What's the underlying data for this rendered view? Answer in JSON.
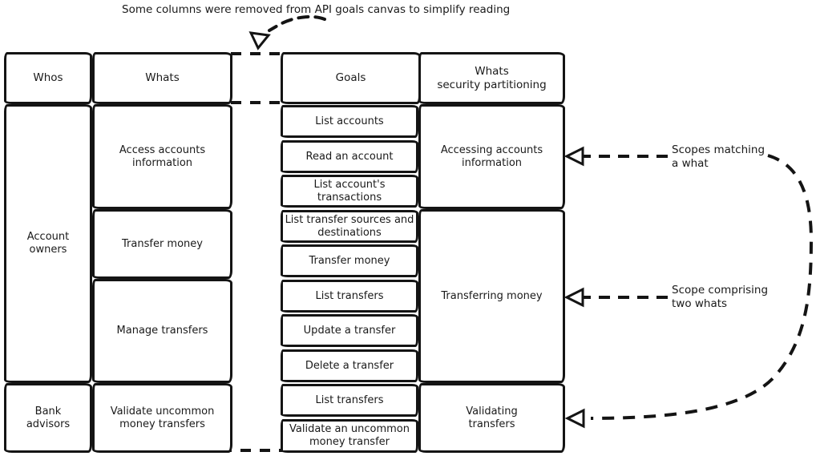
{
  "note": "Some columns were removed from API goals canvas to simplify reading",
  "left_table": {
    "headers": {
      "whos": "Whos",
      "whats": "Whats"
    },
    "whos_cells": [
      "Account owners",
      "Bank advisors"
    ],
    "whats_cells": [
      "Access accounts information",
      "Transfer money",
      "Manage transfers",
      "Validate uncommon money transfers"
    ]
  },
  "right_table": {
    "headers": {
      "goals": "Goals",
      "partitioning_line1": "Whats",
      "partitioning_line2": "security partitioning"
    },
    "goals": [
      "List accounts",
      "Read an account",
      "List account's transactions",
      "List transfer sources and destinations",
      "Transfer money",
      "List transfers",
      "Update a transfer",
      "Delete a transfer",
      "List transfers",
      "Validate an uncommon money transfer"
    ],
    "partitions": [
      "Accessing accounts information",
      "Transferring money",
      "Validating transfers"
    ]
  },
  "callouts": {
    "scopes_matching": {
      "line1": "Scopes matching",
      "line2": "a what"
    },
    "scope_comprising": {
      "line1": "Scope comprising",
      "line2": "two whats"
    }
  },
  "colors": {
    "stroke": "#141414",
    "background": "#ffffff"
  }
}
